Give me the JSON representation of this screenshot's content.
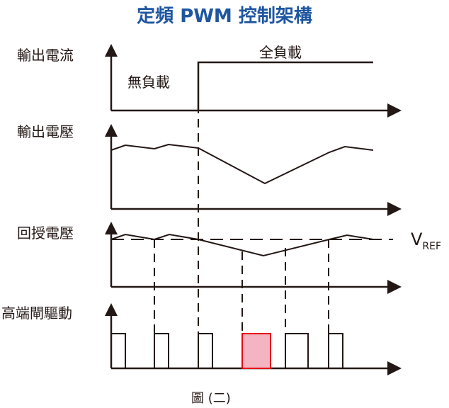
{
  "title": "定頻 PWM 控制架構",
  "labels": {
    "output_current": "輸出電流",
    "output_voltage": "輸出電壓",
    "feedback_voltage": "回授電壓",
    "high_side_drive": "高端閘驅動",
    "no_load": "無負載",
    "full_load": "全負載",
    "vref_main": "V",
    "vref_sub": "REF",
    "caption": "圖 (二)"
  },
  "colors": {
    "title": "#1f56a0",
    "line": "#231815",
    "highlight_fill": "#f4b4c2",
    "highlight_stroke": "#e60012"
  }
}
